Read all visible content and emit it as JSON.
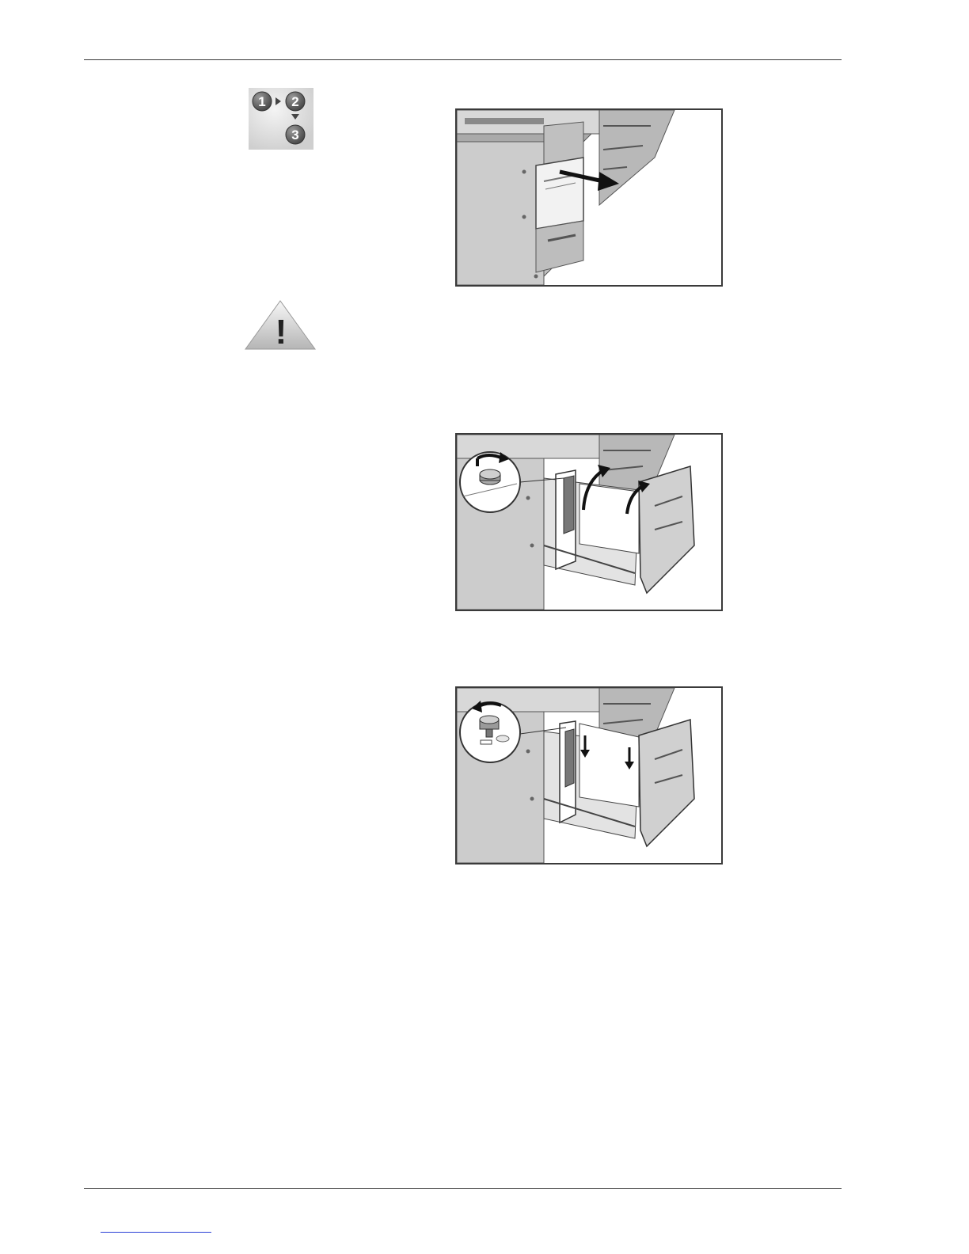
{
  "page": {
    "step_icon": {
      "name": "steps-123-icon",
      "labels": [
        "1",
        "2",
        "3"
      ]
    },
    "caution_icon": {
      "name": "caution-icon",
      "symbol": "!"
    },
    "figures": [
      {
        "name": "figure-open-tray",
        "icon": "pull-arrow-icon"
      },
      {
        "name": "figure-unlock-partition",
        "icon": "knob-turn-icon"
      },
      {
        "name": "figure-lock-partition",
        "icon": "knob-turn-icon"
      }
    ]
  },
  "colors": {
    "rule": "#3a3a3a",
    "machine_fill": "#c9c9c9",
    "machine_dark": "#9d9d9d",
    "link": "#2a3fd6"
  }
}
